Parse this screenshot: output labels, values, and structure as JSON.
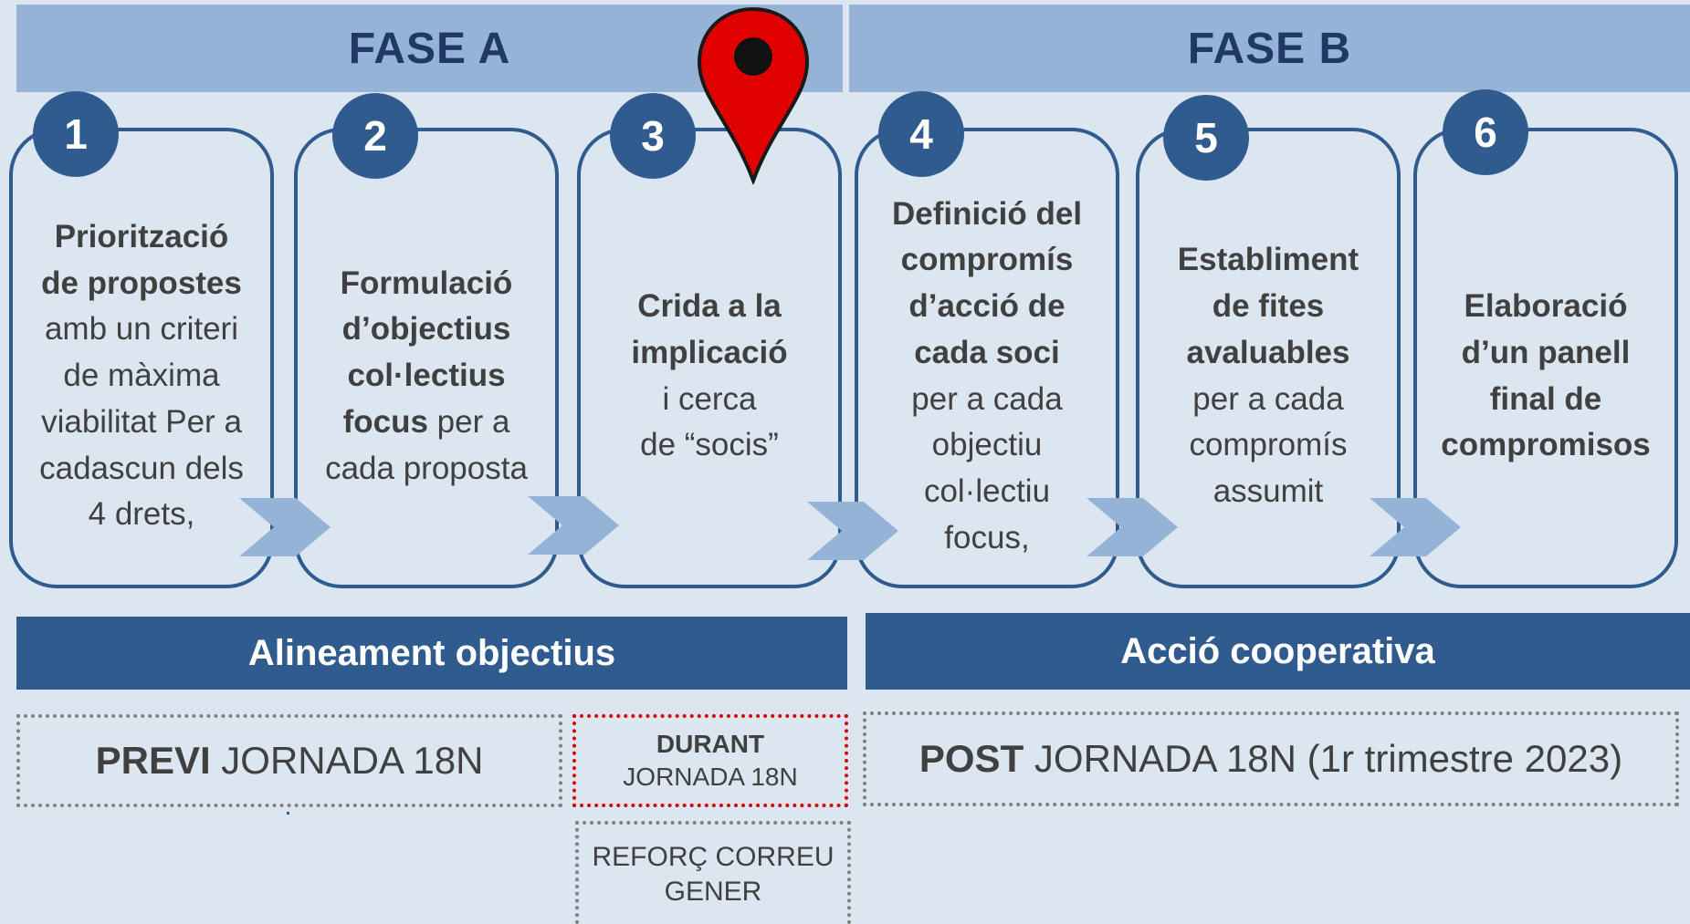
{
  "phases": {
    "a": "FASE A",
    "b": "FASE B"
  },
  "steps": [
    {
      "number": "1",
      "lines": [
        {
          "bold": "Priorització",
          "rest": ""
        },
        {
          "bold": "de propostes",
          "rest": ""
        },
        {
          "bold": "",
          "rest": "amb un criteri"
        },
        {
          "bold": "",
          "rest": "de màxima"
        },
        {
          "bold": "",
          "rest": "viabilitat Per a"
        },
        {
          "bold": "",
          "rest": "cadascun dels"
        },
        {
          "bold": "",
          "rest": "4 drets,"
        }
      ]
    },
    {
      "number": "2",
      "lines": [
        {
          "bold": "Formulació",
          "rest": ""
        },
        {
          "bold": "d’objectius",
          "rest": ""
        },
        {
          "bold": "col·lectius",
          "rest": ""
        },
        {
          "bold": "focus",
          "rest": " per a"
        },
        {
          "bold": "",
          "rest": "cada proposta"
        }
      ]
    },
    {
      "number": "3",
      "lines": [
        {
          "bold": "Crida a la",
          "rest": ""
        },
        {
          "bold": "implicació",
          "rest": ""
        },
        {
          "bold": "",
          "rest": "i cerca"
        },
        {
          "bold": "",
          "rest": "de “socis”"
        }
      ]
    },
    {
      "number": "4",
      "lines": [
        {
          "bold": "Definició del",
          "rest": ""
        },
        {
          "bold": "compromís",
          "rest": ""
        },
        {
          "bold": "d’acció de",
          "rest": ""
        },
        {
          "bold": "cada soci",
          "rest": ""
        },
        {
          "bold": "",
          "rest": "per a cada"
        },
        {
          "bold": "",
          "rest": "objectiu"
        },
        {
          "bold": "",
          "rest": "col·lectiu"
        },
        {
          "bold": "",
          "rest": "focus,"
        }
      ]
    },
    {
      "number": "5",
      "lines": [
        {
          "bold": "Establiment",
          "rest": ""
        },
        {
          "bold": "de fites",
          "rest": ""
        },
        {
          "bold": "avaluables",
          "rest": ""
        },
        {
          "bold": "",
          "rest": "per a cada"
        },
        {
          "bold": "",
          "rest": "compromís"
        },
        {
          "bold": "",
          "rest": "assumit"
        }
      ]
    },
    {
      "number": "6",
      "lines": [
        {
          "bold": "Elaboració",
          "rest": ""
        },
        {
          "bold": "d’un panell",
          "rest": ""
        },
        {
          "bold": "final de",
          "rest": ""
        },
        {
          "bold": "compromisos",
          "rest": ""
        }
      ]
    }
  ],
  "bands": {
    "left": "Alineament objectius",
    "right": "Acció cooperativa"
  },
  "timing": {
    "previ_bold": "PREVI",
    "previ_rest": " JORNADA 18N",
    "durant_bold": "DURANT",
    "durant_rest": "JORNADA 18N",
    "post_bold": "POST",
    "post_rest": " JORNADA 18N (1r trimestre 2023)",
    "reforc_line1": "REFORÇ CORREU",
    "reforc_line2": "GENER"
  },
  "colors": {
    "background": "#dce6f1",
    "header": "#95b3d7",
    "dark_blue": "#2f5b8f",
    "pin_red": "#e00000"
  },
  "icons": {
    "current_step_marker": "map-pin-icon"
  }
}
